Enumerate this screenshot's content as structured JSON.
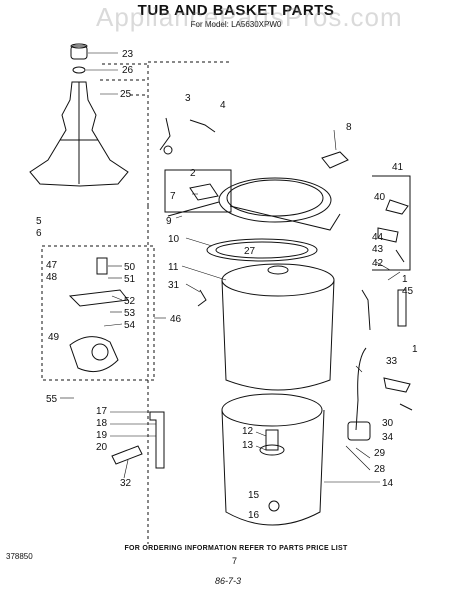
{
  "header": {
    "title": "TUB AND BASKET PARTS",
    "subtitle": "For Model: LA5630XPW0",
    "watermark": "AppliancePartsPros.com"
  },
  "labels": [
    "23",
    "26",
    "25",
    "3",
    "4",
    "8",
    "41",
    "40",
    "44",
    "43",
    "42",
    "2",
    "7",
    "9",
    "10",
    "27",
    "11",
    "31",
    "1",
    "45",
    "47",
    "48",
    "50",
    "51",
    "52",
    "53",
    "54",
    "46",
    "49",
    "1",
    "55",
    "33",
    "17",
    "18",
    "19",
    "20",
    "12",
    "13",
    "30",
    "34",
    "29",
    "28",
    "14",
    "15",
    "16",
    "32",
    "5",
    "6"
  ],
  "footer": {
    "ordering_note": "FOR ORDERING INFORMATION REFER TO PARTS PRICE LIST",
    "doc_number": "378850",
    "page_number": "7",
    "date_mark": "86-7-3"
  }
}
